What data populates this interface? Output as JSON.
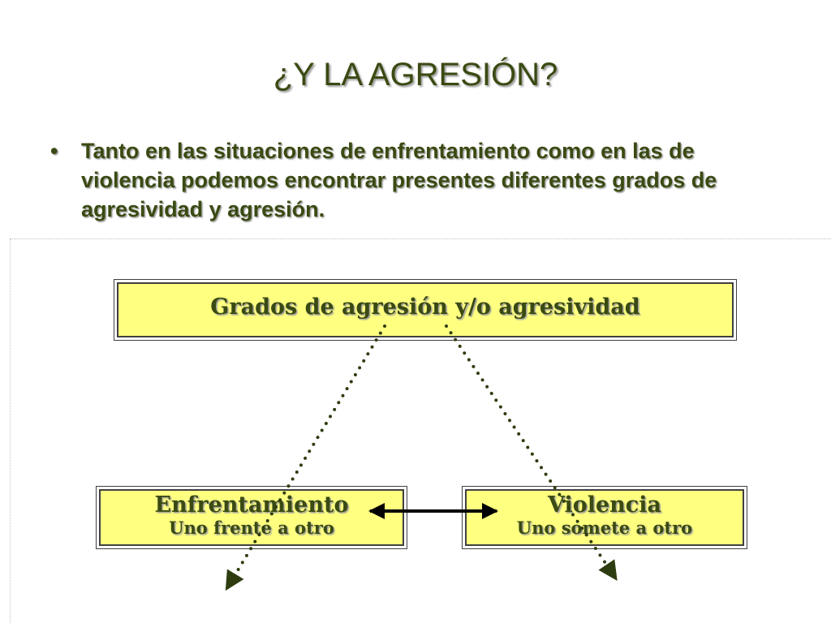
{
  "slide": {
    "title": "¿Y LA AGRESIÓN?",
    "bullet_char": "•",
    "bullet_text": "Tanto en las situaciones de enfrentamiento  como en las de violencia podemos encontrar presentes diferentes grados de agresividad y  agresión."
  },
  "diagram": {
    "top_box": {
      "label": "Grados de agresión y/o agresividad"
    },
    "left_box": {
      "label": "Enfrentamiento",
      "sublabel": "Uno frente a otro"
    },
    "right_box": {
      "label": "Violencia",
      "sublabel": "Uno somete a otro"
    }
  },
  "colors": {
    "text": "#3a4a12",
    "box_fill": "#ffff80",
    "arrow": "#2e3d10"
  }
}
